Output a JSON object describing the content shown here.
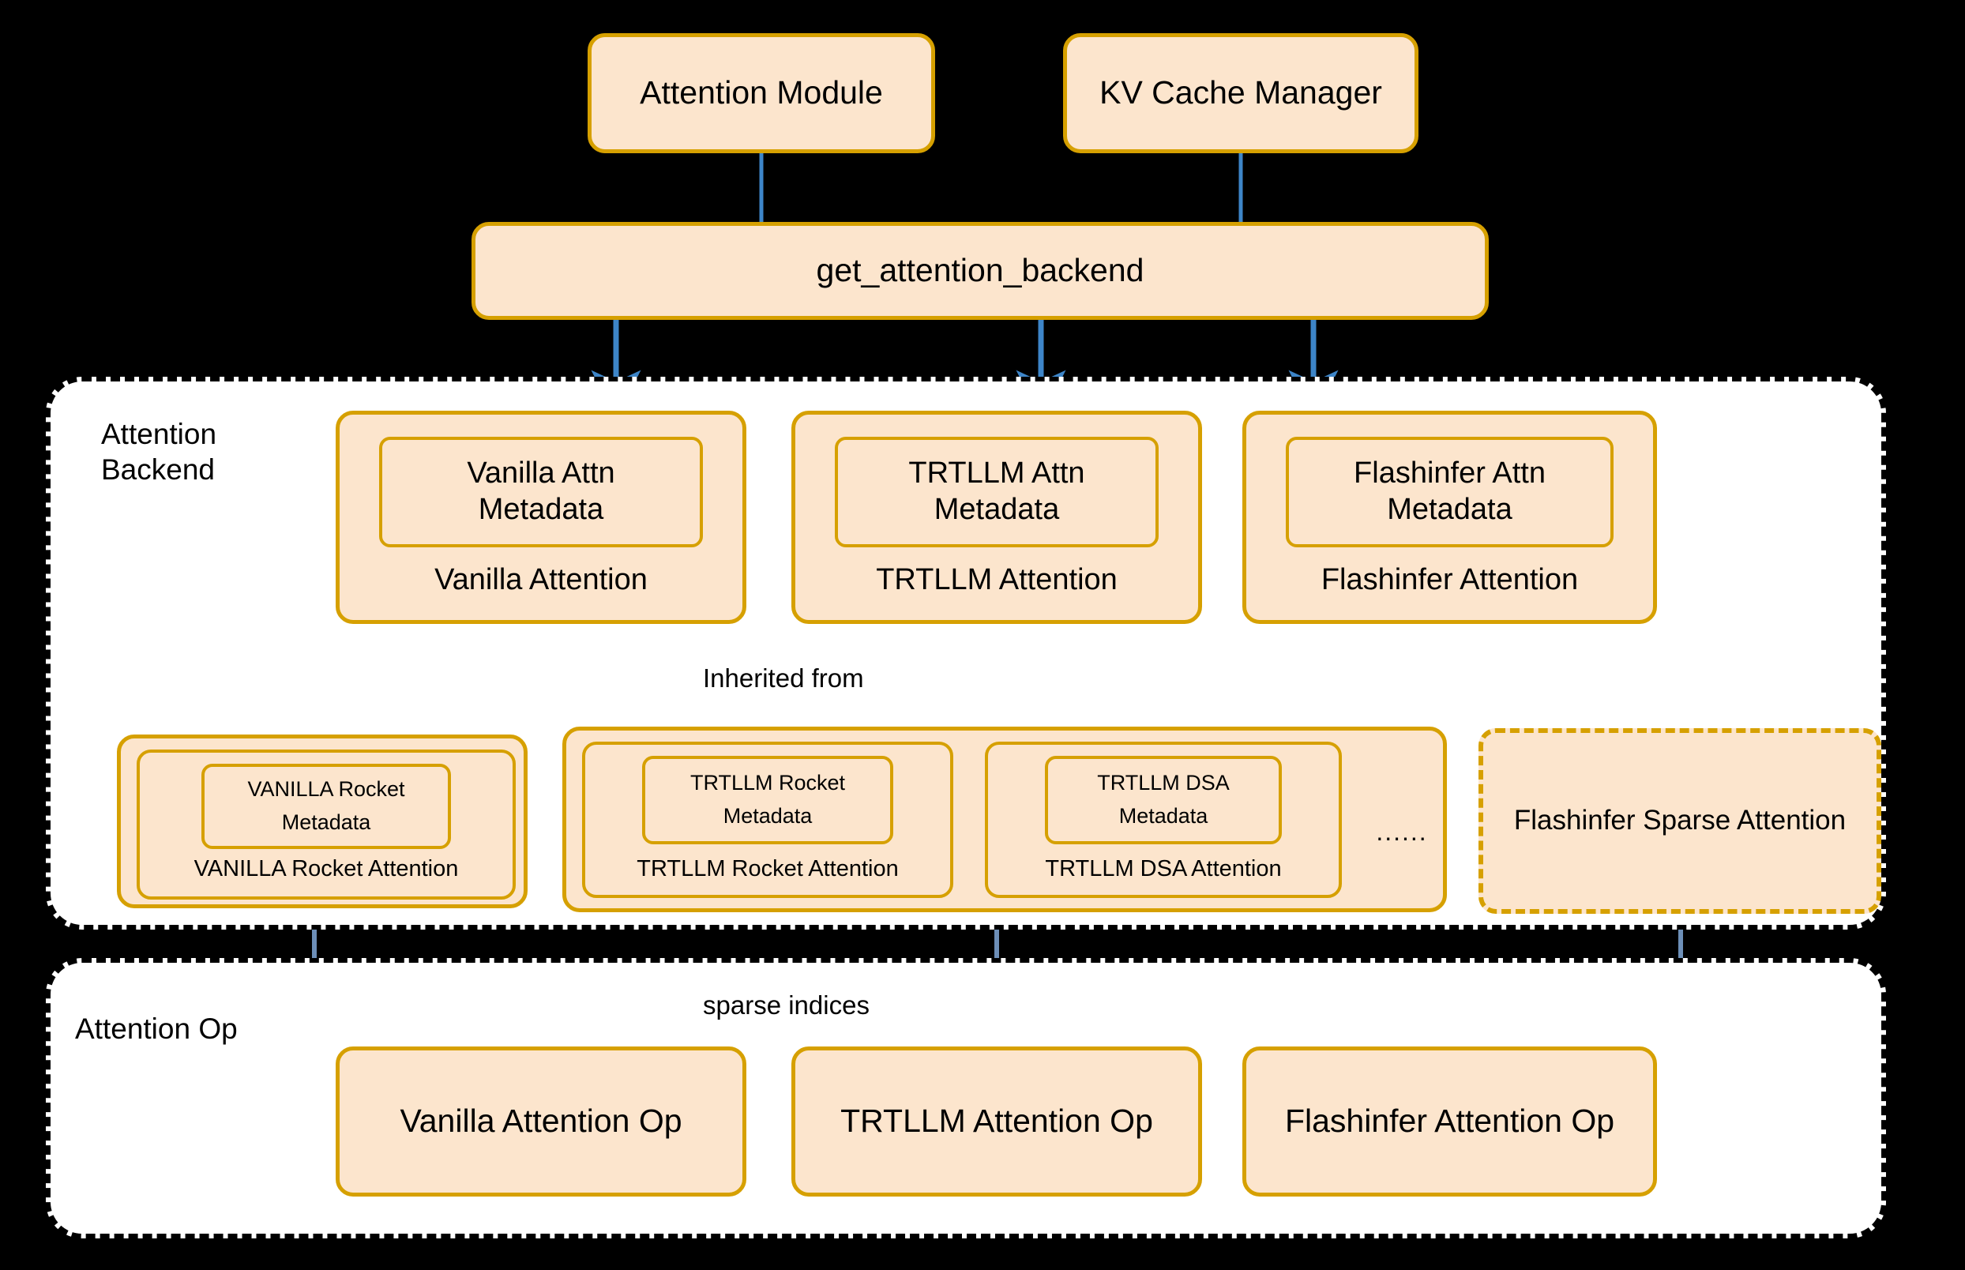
{
  "title": "Attention Backend Architecture",
  "colors": {
    "node_fill": "#fce5cd",
    "node_border": "#d6a000",
    "region_fill": "#ffffff",
    "region_border": "#000000",
    "background": "#000000",
    "blue_arrow": "#3d85c8",
    "slate_arrow": "#6d8fb8",
    "red_arrow": "#fa6a64"
  },
  "top": {
    "attention_module": "Attention Module",
    "kv_cache_manager": "KV Cache Manager",
    "get_attention_backend": "get_attention_backend"
  },
  "regions": {
    "backend_label": "Attention\nBackend",
    "op_label": "Attention Op"
  },
  "backends": [
    {
      "metadata": "Vanilla Attn\nMetadata",
      "caption": "Vanilla Attention"
    },
    {
      "metadata": "TRTLLM Attn\nMetadata",
      "caption": "TRTLLM Attention"
    },
    {
      "metadata": "Flashinfer Attn\nMetadata",
      "caption": "Flashinfer Attention"
    }
  ],
  "sparse": {
    "vanilla_group": [
      {
        "metadata": "VANILLA Rocket\nMetadata",
        "caption": "VANILLA Rocket Attention"
      }
    ],
    "trtllm_group": [
      {
        "metadata": "TRTLLM Rocket\nMetadata",
        "caption": "TRTLLM Rocket Attention"
      },
      {
        "metadata": "TRTLLM DSA\nMetadata",
        "caption": "TRTLLM DSA Attention"
      }
    ],
    "ellipsis": "......",
    "flashinfer_sparse": "Flashinfer Sparse Attention"
  },
  "ops": [
    {
      "label": "Vanilla Attention Op"
    },
    {
      "label": "TRTLLM Attention Op"
    },
    {
      "label": "Flashinfer Attention Op"
    }
  ],
  "edge_labels": {
    "inherited_from": "Inherited from",
    "sparse_indices": "sparse indices"
  }
}
